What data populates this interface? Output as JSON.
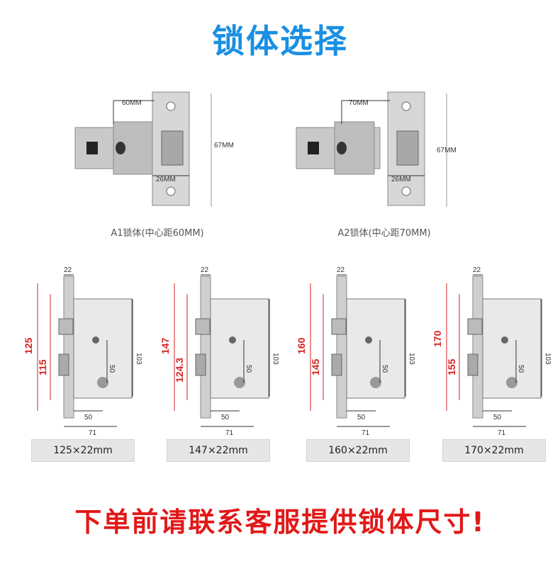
{
  "title": "锁体选择",
  "latches": [
    {
      "center": "60MM",
      "height": "67MM",
      "width": "26MM",
      "caption": "A1锁体(中心距60MM)"
    },
    {
      "center": "70MM",
      "height": "67MM",
      "width": "26MM",
      "caption": "A2锁体(中心距70MM)"
    }
  ],
  "mortises": [
    {
      "outer": "125",
      "inner": "115",
      "face": "22",
      "body": "103",
      "spacing": "50",
      "backset": "50",
      "depth": "71",
      "size": "125×22mm"
    },
    {
      "outer": "147",
      "inner": "124.3",
      "face": "22",
      "body": "103",
      "spacing": "50",
      "backset": "50",
      "depth": "71",
      "size": "147×22mm"
    },
    {
      "outer": "160",
      "inner": "145",
      "face": "22",
      "body": "103",
      "spacing": "50",
      "backset": "50",
      "depth": "71",
      "size": "160×22mm"
    },
    {
      "outer": "170",
      "inner": "155",
      "face": "22",
      "body": "103",
      "spacing": "50",
      "backset": "50",
      "depth": "71",
      "size": "170×22mm"
    }
  ],
  "warning": "下单前请联系客服提供锁体尺寸!",
  "colors": {
    "title": "#1a8fe3",
    "warning": "#e21818",
    "dimension_red": "#d82020"
  }
}
